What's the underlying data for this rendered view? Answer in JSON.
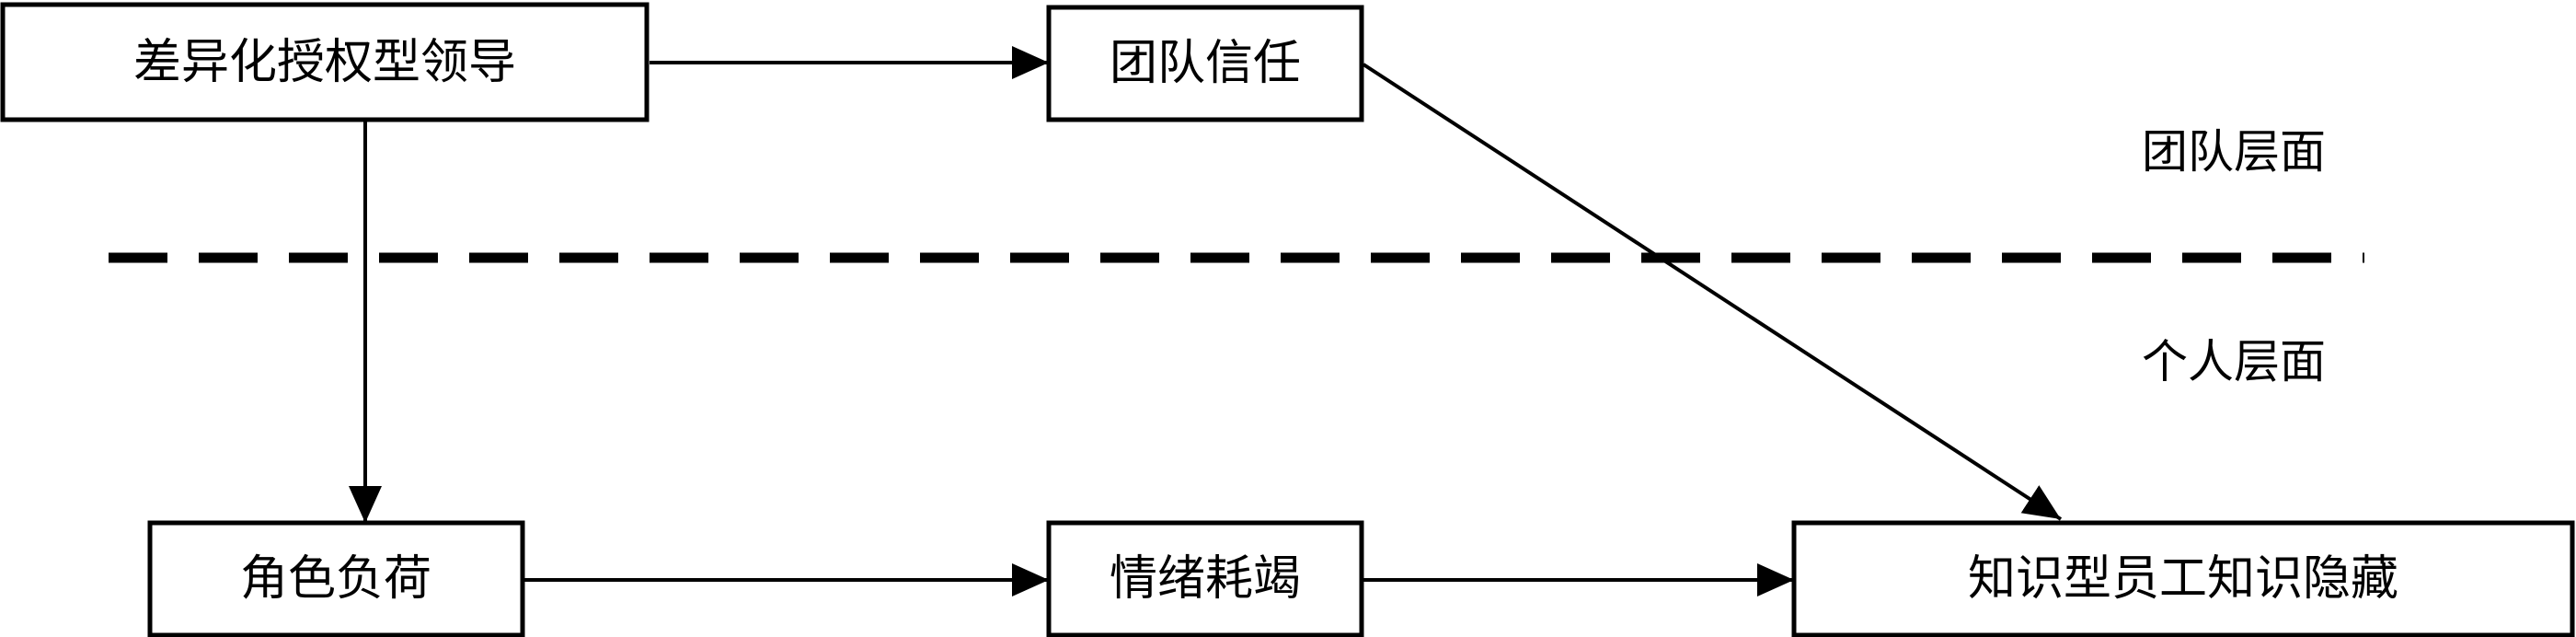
{
  "nodes": {
    "differentiated_leadership": "差异化授权型领导",
    "team_trust": "团队信任",
    "role_overload": "角色负荷",
    "emotional_exhaustion": "情绪耗竭",
    "knowledge_hiding": "知识型员工知识隐藏"
  },
  "layers": {
    "team": "团队层面",
    "individual": "个人层面"
  }
}
